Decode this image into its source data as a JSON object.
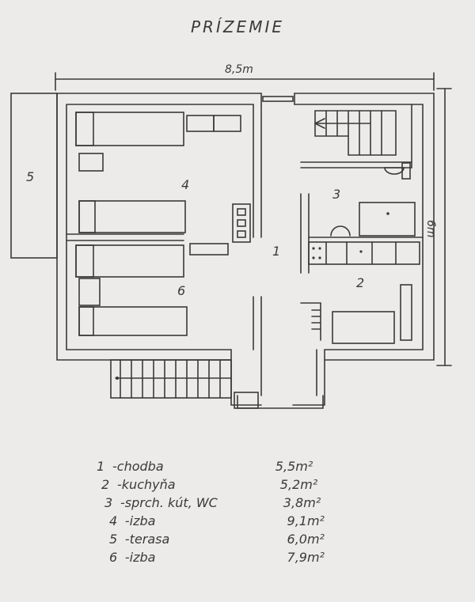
{
  "plan": {
    "title": "PRÍZEMIE",
    "width_label": "8,5m",
    "height_label": "6m"
  },
  "rooms": [
    {
      "num": "1",
      "name": "chodba",
      "area": "5,5m²"
    },
    {
      "num": "2",
      "name": "kuchyňa",
      "area": "5,2m²"
    },
    {
      "num": "3",
      "name": "sprch. kút, WC",
      "area": "3,8m²"
    },
    {
      "num": "4",
      "name": "izba",
      "area": "9,1m²"
    },
    {
      "num": "5",
      "name": "terasa",
      "area": "6,0m²"
    },
    {
      "num": "6",
      "name": "izba",
      "area": "7,9m²"
    }
  ],
  "colors": {
    "ink": "#3a3a3a",
    "paper": "#ecebe9"
  }
}
